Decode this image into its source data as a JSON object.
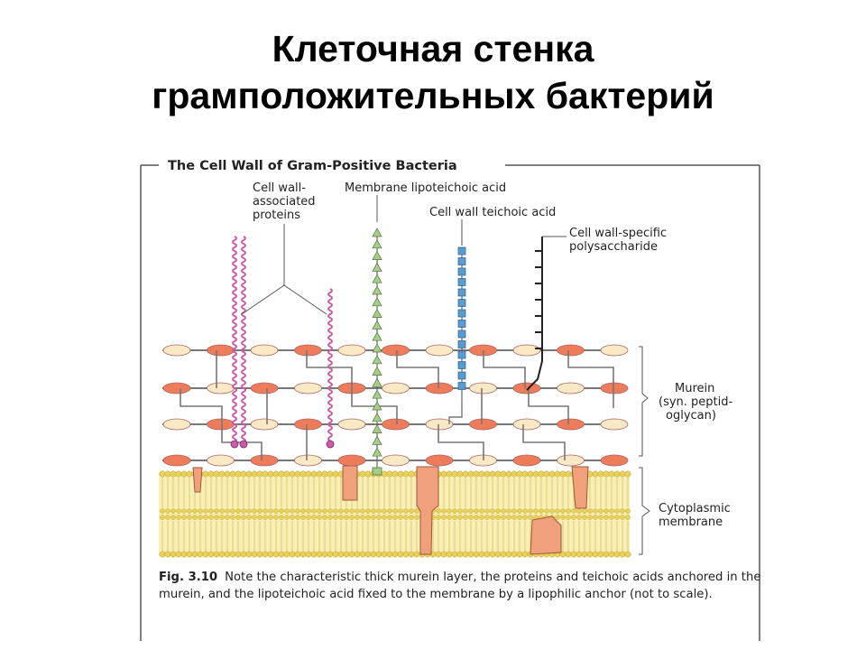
{
  "slide": {
    "title_line1": "Клеточная стенка",
    "title_line2": "грамположительных бактерий"
  },
  "figure": {
    "title": "The Cell Wall of Gram-Positive Bacteria",
    "labels": {
      "cell_wall_proteins": [
        "Cell wall-",
        "associated",
        "proteins"
      ],
      "membrane_lipoteichoic_acid": "Membrane lipoteichoic acid",
      "cell_wall_teichoic_acid": "Cell wall teichoic acid",
      "cell_wall_polysaccharide": [
        "Cell wall-specific",
        "polysaccharide"
      ],
      "murein": [
        "Murein",
        "(syn. peptid-",
        "oglycan)"
      ],
      "cytoplasmic_membrane": [
        "Cytoplasmic",
        "membrane"
      ]
    },
    "caption": {
      "figure_number": "Fig. 3.10",
      "text": "Note the characteristic thick murein layer, the proteins and teichoic acids anchored in the murein, and the lipoteichoic acid fixed to the membrane by a lipophilic anchor (not to scale)."
    },
    "colors": {
      "glycan_orange": "#ee7b5a",
      "glycan_cream": "#fbe8c4",
      "protein_magenta": "#cc5ca8",
      "lipoteichoic_green": "#a8cc8a",
      "teichoic_blue": "#5a9bd0",
      "membrane_yellow": "#f4e27a",
      "membrane_protein": "#f0a07a"
    }
  }
}
